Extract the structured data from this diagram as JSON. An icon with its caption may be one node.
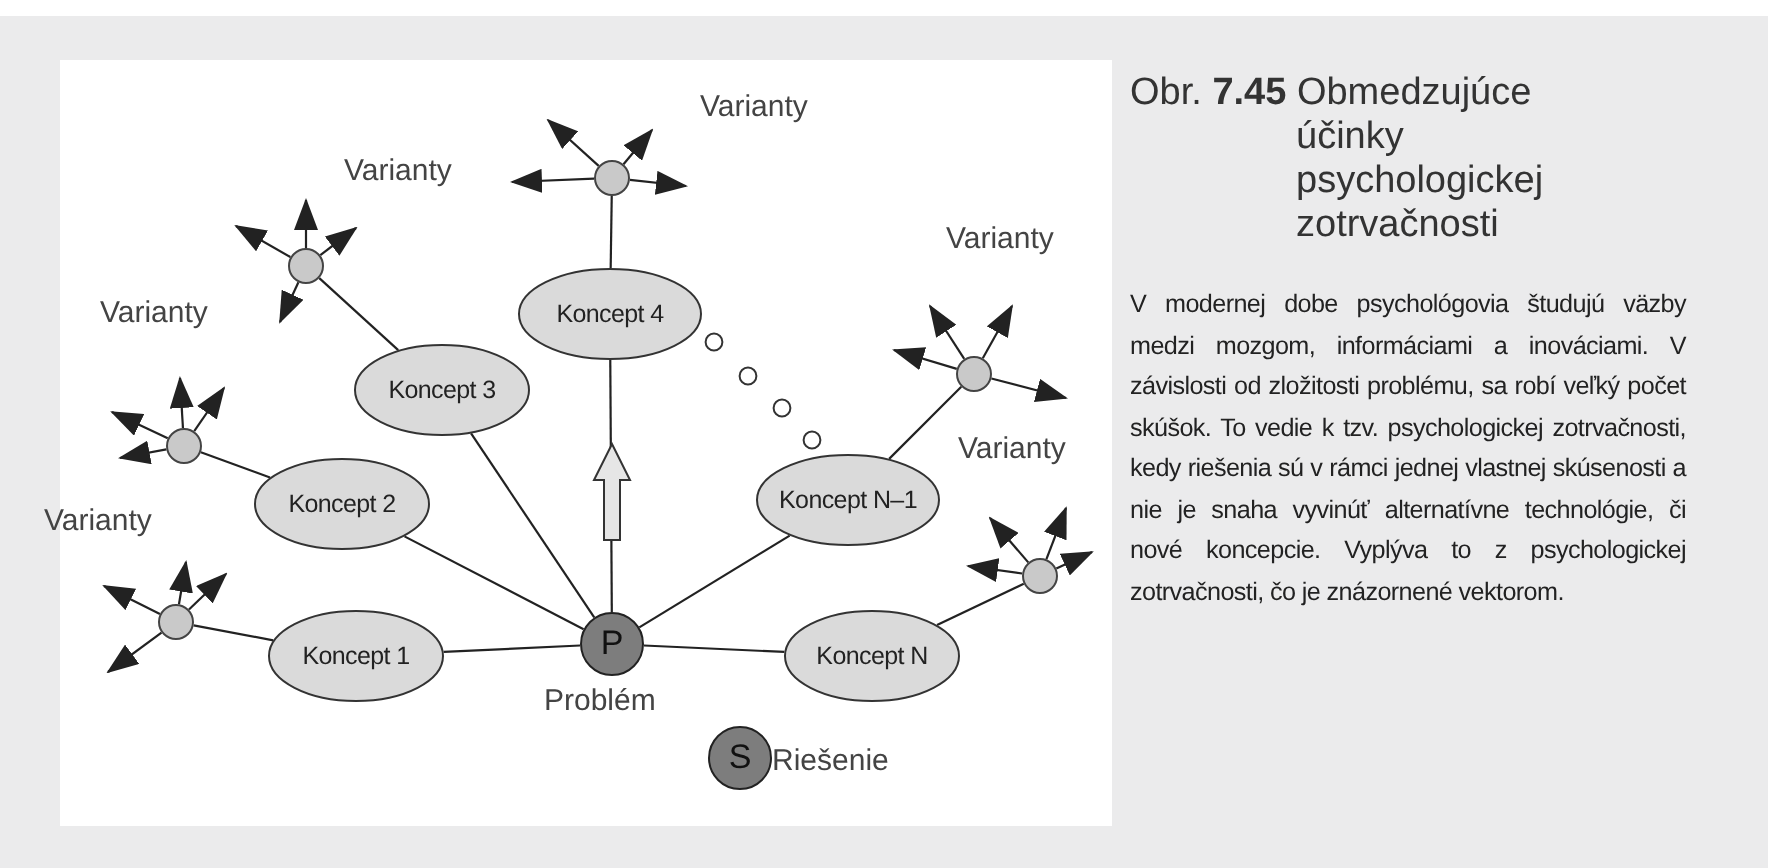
{
  "diagram": {
    "title": "Obr. **7.45** Obmedzujúce účinky psychologickej zotrvačnosti",
    "caption": "V modernej dobe psychológovia študujú väzby medzi mozgom, informáciami a inováciami. V závislosti od zložitosti problému, sa robí veľký počet skúšok. To vedie k tzv. psychologickej zotrvačnosti, kedy riešenia sú v rámci jednej vlastnej skúsenosti a nie je snaha vyvinúť alternatívne technológie, či nové koncepcie. Vyplýva to z psychologickej zotrvačnosti, čo je znázornené vektorom.",
    "nodes": [
      {
        "text": [
          "P"
        ],
        "beside": [
          "Problém"
        ]
      },
      {
        "text": [
          "Koncept 1"
        ]
      },
      {
        "text": [
          "Koncept 2"
        ]
      },
      {
        "text": [
          "Koncept 3"
        ]
      },
      {
        "text": [
          "Koncept 4"
        ]
      },
      {
        "text": [
          "Koncept N–1"
        ]
      },
      {
        "text": [
          "Koncept N"
        ]
      },
      {
        "text": [],
        "shape": "circle"
      },
      {
        "text": [],
        "shape": "circle"
      },
      {
        "text": [],
        "shape": "circle"
      },
      {
        "text": [],
        "shape": "circle"
      },
      {
        "text": [],
        "shape": "circle"
      },
      {
        "text": [],
        "shape": "circle"
      },
      {
        "text": [
          "S"
        ],
        "beside": [
          "Riešenie"
        ]
      }
    ],
    "edges": [
      {
        "from": 0,
        "to": 1,
        "arrow": "none"
      },
      {
        "from": 0,
        "to": 2,
        "arrow": "none"
      },
      {
        "from": 0,
        "to": 3,
        "arrow": "none"
      },
      {
        "from": 0,
        "to": 4,
        "arrow": "none"
      },
      {
        "from": 0,
        "to": 5,
        "arrow": "none"
      },
      {
        "from": 0,
        "to": 6,
        "arrow": "none"
      },
      {
        "from": 1,
        "to": 7,
        "arrow": "none"
      },
      {
        "from": 2,
        "to": 8,
        "arrow": "none"
      },
      {
        "from": 3,
        "to": 9,
        "arrow": "none"
      },
      {
        "from": 4,
        "to": 10,
        "arrow": "none"
      },
      {
        "from": 5,
        "to": 11,
        "arrow": "none"
      },
      {
        "from": 6,
        "to": 12,
        "arrow": "none"
      },
      {
        "from": 7,
        "to": null,
        "arrow": "to"
      },
      {
        "from": 7,
        "to": null,
        "arrow": "to"
      },
      {
        "from": 7,
        "to": null,
        "arrow": "to"
      },
      {
        "from": 7,
        "to": null,
        "arrow": "to"
      },
      {
        "from": 8,
        "to": null,
        "arrow": "to"
      },
      {
        "from": 8,
        "to": null,
        "arrow": "to"
      },
      {
        "from": 8,
        "to": null,
        "arrow": "to"
      },
      {
        "from": 8,
        "to": null,
        "arrow": "to"
      },
      {
        "from": 9,
        "to": null,
        "arrow": "to"
      },
      {
        "from": 9,
        "to": null,
        "arrow": "to"
      },
      {
        "from": 9,
        "to": null,
        "arrow": "to"
      },
      {
        "from": 9,
        "to": null,
        "arrow": "to"
      },
      {
        "from": 10,
        "to": null,
        "arrow": "to"
      },
      {
        "from": 10,
        "to": null,
        "arrow": "to"
      },
      {
        "from": 10,
        "to": null,
        "arrow": "to"
      },
      {
        "from": 10,
        "to": null,
        "arrow": "to"
      },
      {
        "from": 11,
        "to": null,
        "arrow": "to"
      },
      {
        "from": 11,
        "to": null,
        "arrow": "to"
      },
      {
        "from": 11,
        "to": null,
        "arrow": "to"
      },
      {
        "from": 11,
        "to": null,
        "arrow": "to"
      },
      {
        "from": 12,
        "to": null,
        "arrow": "to"
      },
      {
        "from": 12,
        "to": null,
        "arrow": "to"
      },
      {
        "from": 12,
        "to": null,
        "arrow": "to"
      },
      {
        "from": 12,
        "to": null,
        "arrow": "to"
      }
    ],
    "labels": [
      "Varianty",
      "Varianty",
      "Varianty",
      "Varianty",
      "Varianty",
      "Varianty"
    ]
  }
}
